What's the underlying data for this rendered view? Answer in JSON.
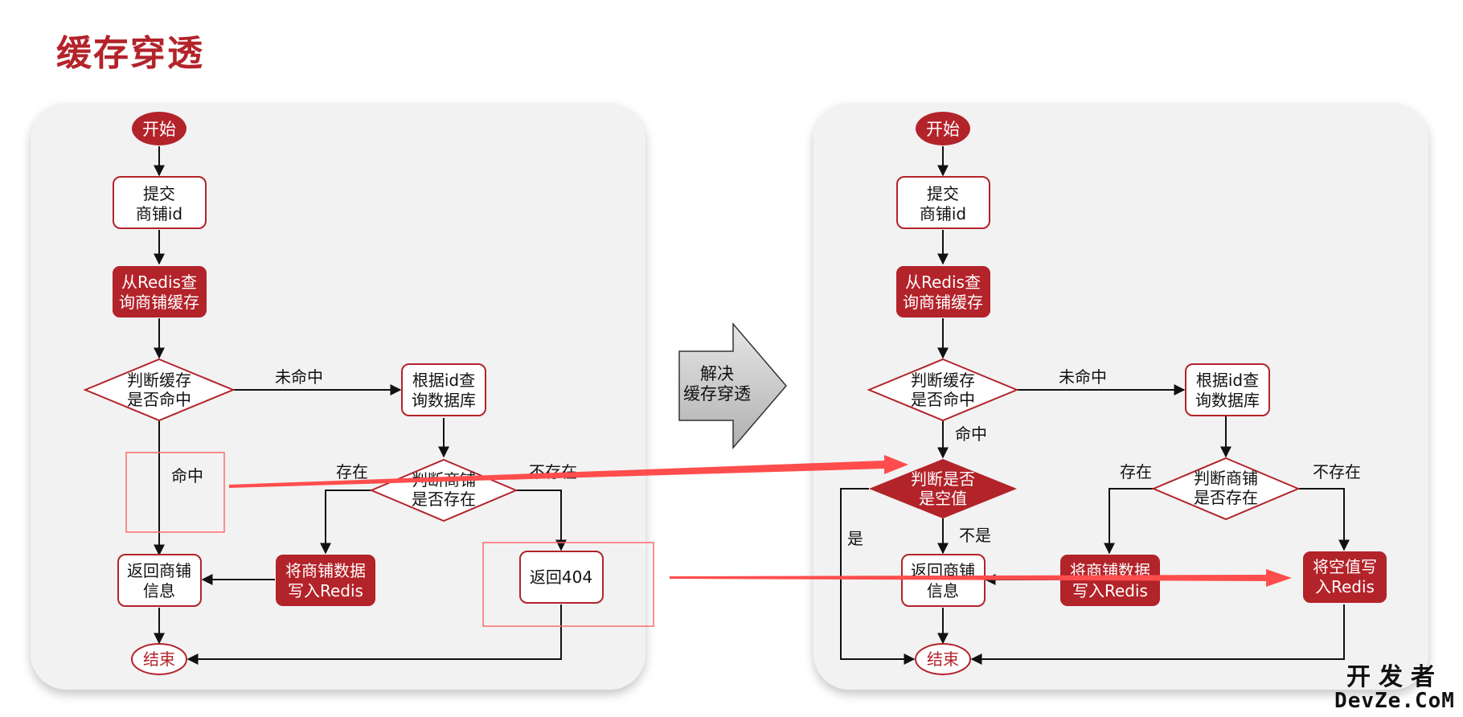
{
  "page": {
    "title": "缓存穿透"
  },
  "colors": {
    "brand_red": "#b3232a",
    "node_border": "#b3232a",
    "panel_bg": "#f2f2f2",
    "arrow_red": "#ff4d4d",
    "line": "#111111",
    "arrow_gray": "#c8c8c8"
  },
  "left_flow": {
    "start": "开始",
    "submit": [
      "提交",
      "商铺id"
    ],
    "query_redis": [
      "从Redis查",
      "询商铺缓存"
    ],
    "check_hit": [
      "判断缓存",
      "是否命中"
    ],
    "miss_label": "未命中",
    "query_db": [
      "根据id查",
      "询数据库"
    ],
    "hit_label": "命中",
    "exists_label": "存在",
    "not_exists_label": "不存在",
    "check_exists": [
      "判断商铺",
      "是否存在"
    ],
    "return_shop": [
      "返回商铺",
      "信息"
    ],
    "write_redis": [
      "将商铺数据",
      "写入Redis"
    ],
    "return_404": "返回404",
    "end": "结束"
  },
  "middle_arrow": {
    "label": [
      "解决",
      "缓存穿透"
    ]
  },
  "right_flow": {
    "start": "开始",
    "submit": [
      "提交",
      "商铺id"
    ],
    "query_redis": [
      "从Redis查",
      "询商铺缓存"
    ],
    "check_hit": [
      "判断缓存",
      "是否命中"
    ],
    "miss_label": "未命中",
    "query_db": [
      "根据id查",
      "询数据库"
    ],
    "hit_label": "命中",
    "check_null": [
      "判断是否",
      "是空值"
    ],
    "yes_label": "是",
    "no_label": "不是",
    "exists_label": "存在",
    "not_exists_label": "不存在",
    "check_exists": [
      "判断商铺",
      "是否存在"
    ],
    "return_shop": [
      "返回商铺",
      "信息"
    ],
    "write_redis": [
      "将商铺数据",
      "写入Redis"
    ],
    "write_null": [
      "将空值写",
      "入Redis"
    ],
    "end": "结束"
  },
  "watermark": {
    "top": "开发者",
    "bottom": "DevZe.CoM"
  }
}
